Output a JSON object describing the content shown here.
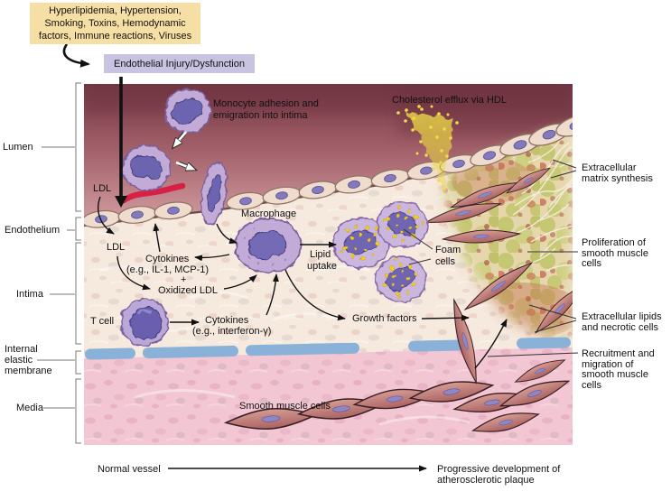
{
  "colors": {
    "risk_box_bg": "#f6dfa4",
    "injury_box_bg": "#c7c3e1",
    "iem_blue": "#8ab1d8",
    "lumen_dark": "#7b3b47",
    "intima_bg": "#f6e9de",
    "media_bg": "#f2c6d2",
    "plaque_green": "#c2c468",
    "cell_purple": "#c3abd7",
    "nucleus_purple": "#6c63b1",
    "lipid_yellow": "#f1cd1f",
    "adhesion_red": "#d62145",
    "text": "#111111"
  },
  "risk_box": {
    "lines": [
      "Hyperlipidemia, Hypertension,",
      "Smoking, Toxins, Hemodynamic",
      "factors, Immune reactions, Viruses"
    ]
  },
  "injury_box": {
    "label": "Endothelial Injury/Dysfunction"
  },
  "layer_labels": {
    "lumen": "Lumen",
    "endothelium": "Endothelium",
    "intima": "Intima",
    "internal_elastic_membrane": [
      "Internal",
      "elastic",
      "membrane"
    ],
    "media": "Media"
  },
  "annotations": {
    "monocyte": [
      "Monocyte adhesion and",
      "emigration into intima"
    ],
    "cholesterol_efflux": "Cholesterol efflux via HDL",
    "ldl_lumen": "LDL",
    "ldl_intima": "LDL",
    "macrophage": "Macrophage",
    "cytokines_il1": [
      "Cytokines",
      "(e.g., IL-1, MCP-1)",
      "+",
      "Oxidized LDL"
    ],
    "lipid_uptake": [
      "Lipid",
      "uptake"
    ],
    "foam_cells": [
      "Foam",
      "cells"
    ],
    "t_cell": "T cell",
    "cytokines_ifn": [
      "Cytokines",
      "(e.g., interferon-γ)"
    ],
    "growth_factors": "Growth factors",
    "smooth_muscle_cells": "Smooth muscle cells"
  },
  "right_labels": {
    "matrix": [
      "Extracellular",
      "matrix synthesis"
    ],
    "proliferation": [
      "Proliferation of",
      "smooth muscle",
      "cells"
    ],
    "lipids": [
      "Extracellular lipids",
      "and necrotic cells"
    ],
    "recruitment": [
      "Recruitment and",
      "migration of",
      "smooth muscle",
      "cells"
    ]
  },
  "bottom": {
    "normal_vessel": "Normal vessel",
    "progressive": [
      "Progressive development of",
      "atherosclerotic plaque"
    ]
  }
}
